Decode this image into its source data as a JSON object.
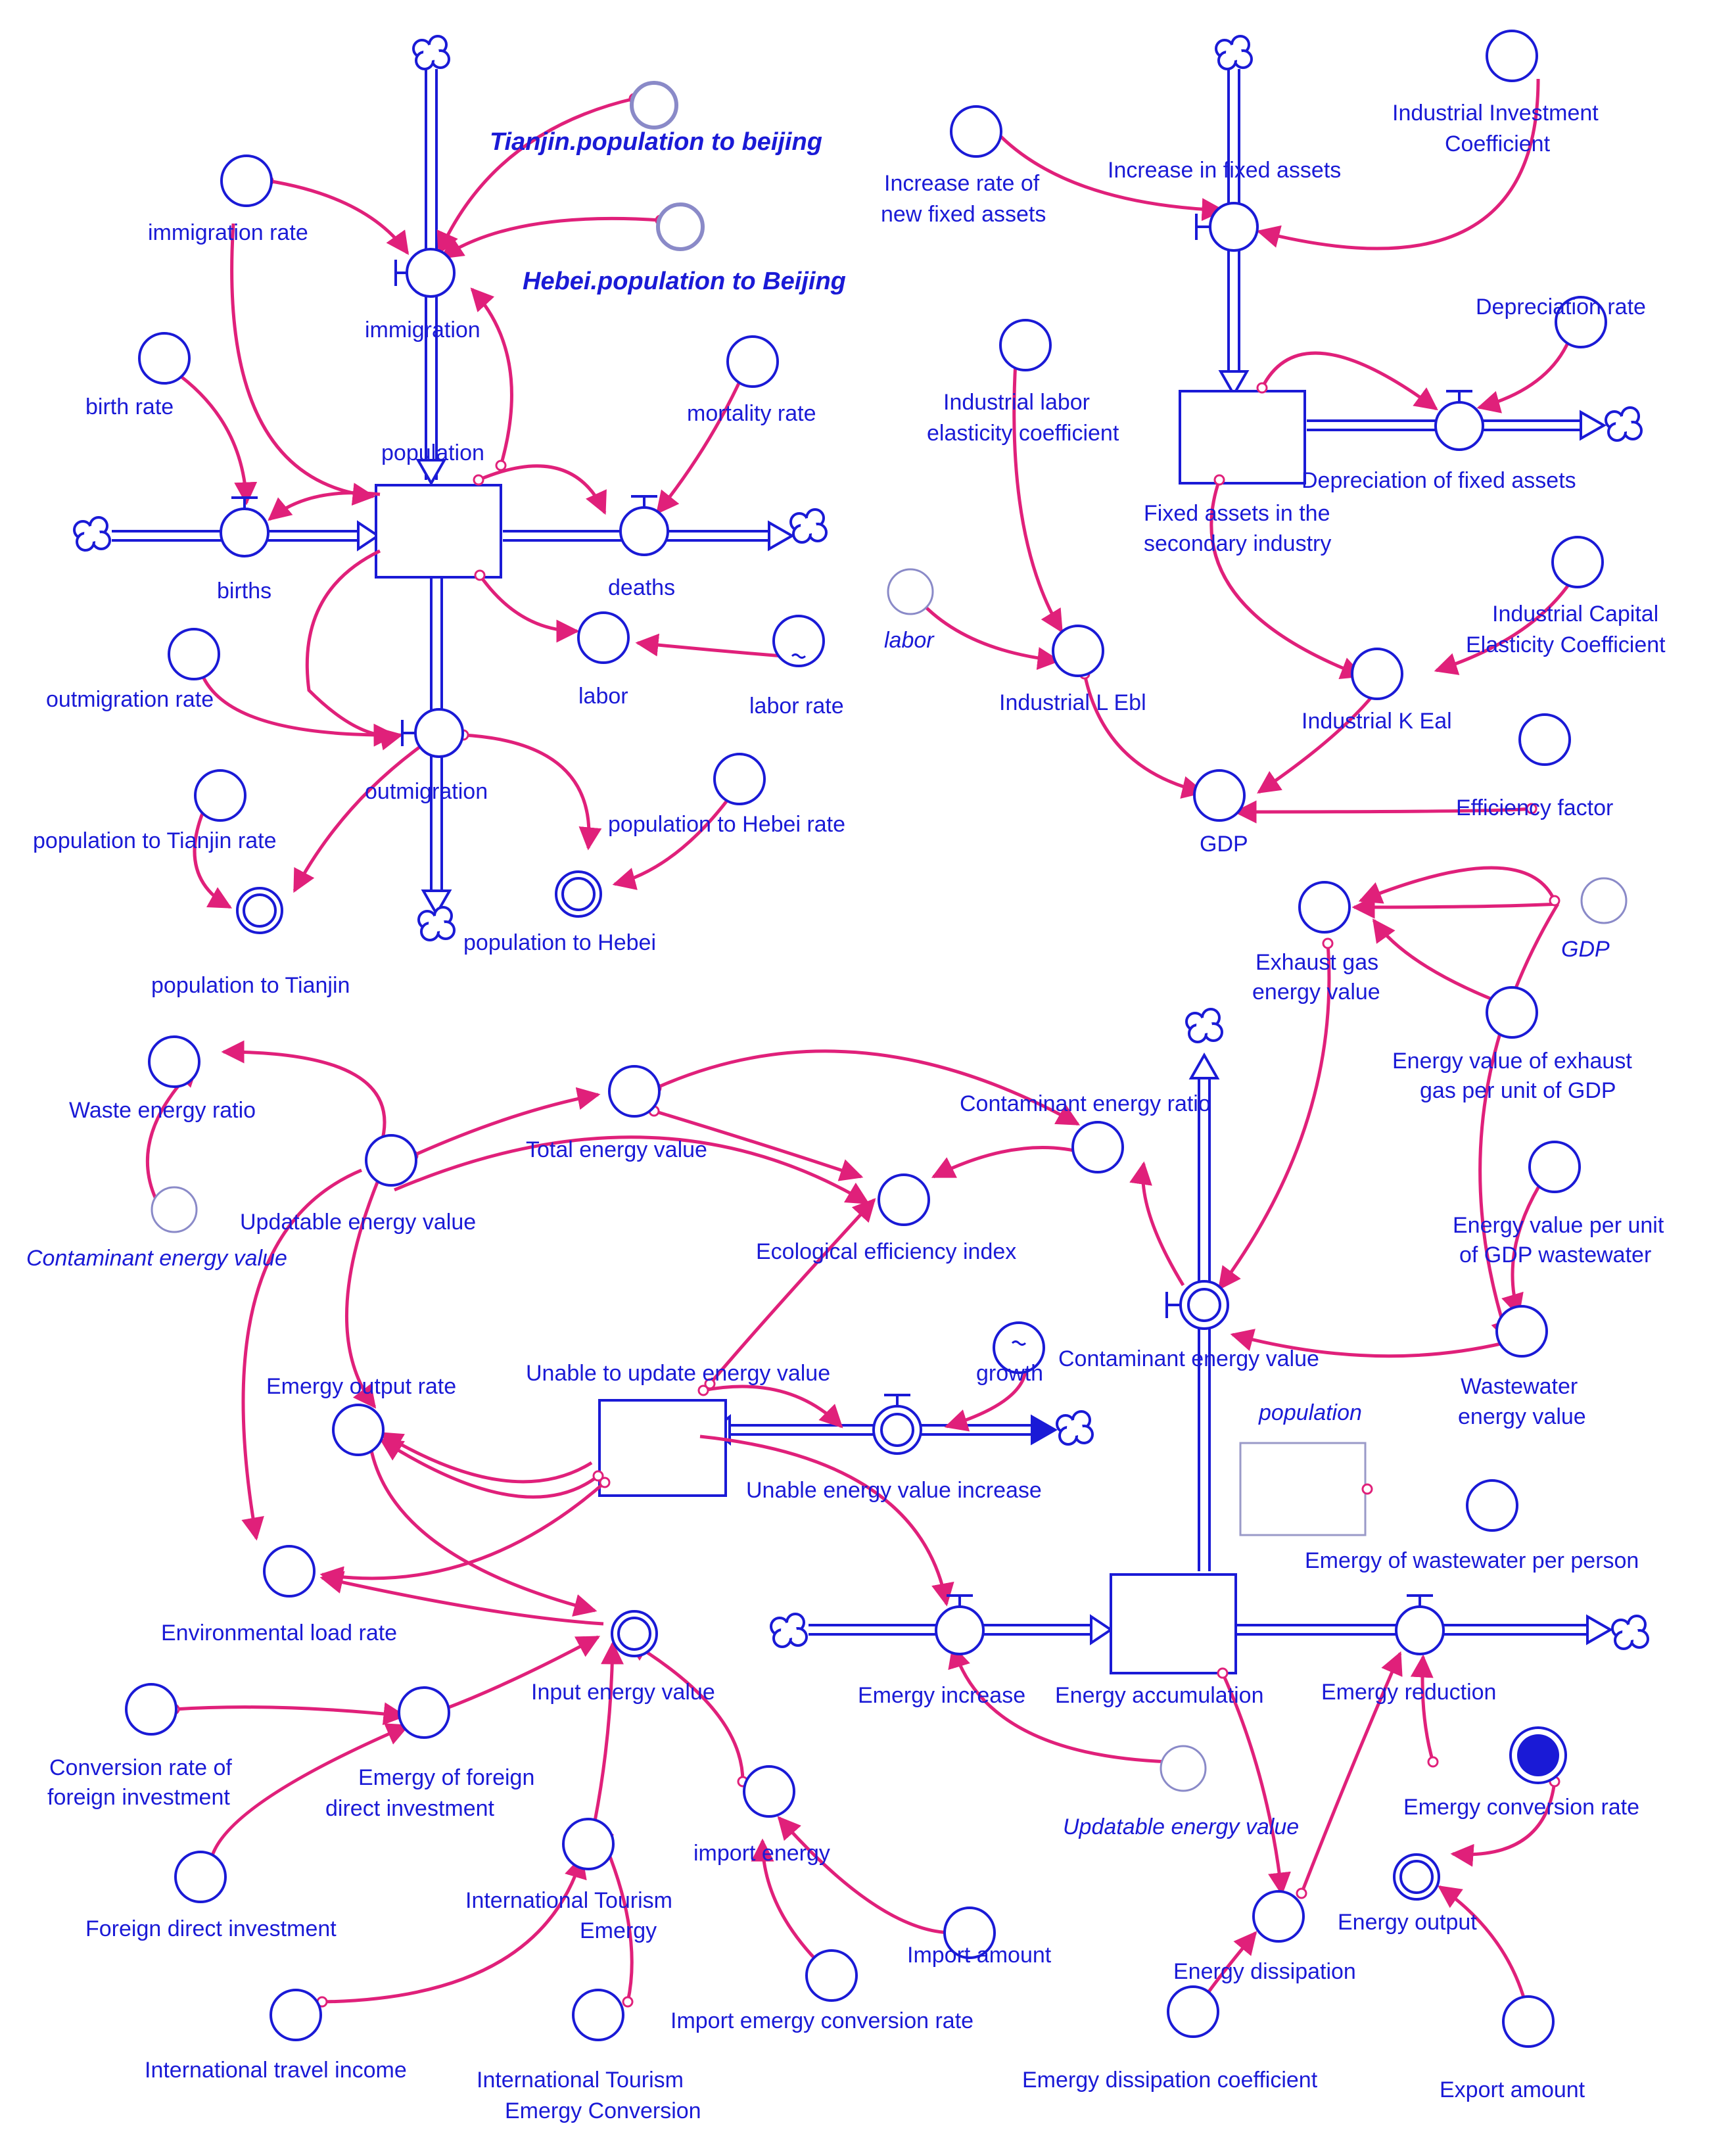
{
  "colors": {
    "structure": "#1a1ad6",
    "link": "#e0207a",
    "shadow": "#8a8ac8"
  },
  "labels": {
    "tianjin_pop_to_beijing": "Tianjin.population to beijing",
    "hebei_pop_to_beijing": "Hebei.population to Beijing",
    "immigration_rate": "immigration rate",
    "immigration": "immigration",
    "birth_rate": "birth rate",
    "mortality_rate": "mortality rate",
    "population": "population",
    "births": "births",
    "deaths": "deaths",
    "labor": "labor",
    "labor_rate": "labor rate",
    "outmigration_rate": "outmigration rate",
    "outmigration": "outmigration",
    "pop_to_tianjin_rate": "population to Tianjin rate",
    "pop_to_hebei_rate": "population to  Hebei rate",
    "pop_to_hebei": "population  to Hebei",
    "pop_to_tianjin": "population to Tianjin",
    "increase_rate_new_fixed_l1": "Increase rate of",
    "increase_rate_new_fixed_l2": "new fixed assets",
    "increase_in_fixed_assets": "Increase in fixed assets",
    "industrial_investment_l1": "Industrial  Investment",
    "industrial_investment_l2": "Coefficient",
    "depreciation_rate": "Depreciation rate",
    "industrial_labor_elast_l1": "Industrial labor",
    "industrial_labor_elast_l2": "elasticity coefficient",
    "depreciation_of_fixed": "Depreciation of fixed assets",
    "fixed_assets_l1": "Fixed assets in the",
    "fixed_assets_l2": "secondary industry",
    "labor_shadow": "labor",
    "industrial_l_ebl": "Industrial L Ebl",
    "industrial_capital_l1": "Industrial Capital",
    "industrial_capital_l2": "Elasticity Coefficient",
    "industrial_k_eal": "Industrial K Eal",
    "efficiency_factor": "Efficiency factor",
    "gdp": "GDP",
    "gdp_shadow": "GDP",
    "exhaust_gas_l1": "Exhaust gas",
    "exhaust_gas_l2": "energy value",
    "energy_exhaust_per_gdp_l1": "Energy value of exhaust",
    "energy_exhaust_per_gdp_l2": "gas per unit of GDP",
    "waste_energy_ratio": "Waste energy ratio",
    "total_energy_value": "Total energy value",
    "contaminant_energy_ratio": "Contaminant energy ratio",
    "updatable_energy_value": "Updatable energy value",
    "contaminant_energy_value_shadow": "Contaminant energy value",
    "ecological_efficiency_index": "Ecological efficiency index",
    "energy_wastewater_per_gdp_l1": "Energy value per unit",
    "energy_wastewater_per_gdp_l2": "of GDP wastewater",
    "unable_to_update_energy_value": "Unable to update energy value",
    "growth": "growth",
    "contaminant_energy_value": "Contaminant energy value",
    "emergy_output_rate": "Emergy output rate",
    "population_shadow": "population",
    "wastewater_energy_l1": "Wastewater",
    "wastewater_energy_l2": "energy value",
    "unable_energy_value_increase": "Unable energy value increase",
    "emergy_wastewater_per_person": "Emergy of wastewater per person",
    "environmental_load_rate": "Environmental load rate",
    "input_energy_value": "Input energy value",
    "emergy_increase": "Emergy increase",
    "energy_accumulation": "Energy accumulation",
    "emergy_reduction": "Emergy reduction",
    "conversion_rate_foreign_l1": "Conversion rate of",
    "conversion_rate_foreign_l2": "foreign investment",
    "emergy_foreign_direct_l1": "Emergy of foreign",
    "emergy_foreign_direct_l2": "direct investment",
    "updatable_energy_value_shadow": "Updatable energy value",
    "emergy_conversion_rate": "Emergy conversion rate",
    "import_energy": "import energy",
    "foreign_direct_investment": "Foreign direct investment",
    "international_tourism_energy_l1": "International Tourism",
    "international_tourism_energy_l2": "Emergy",
    "energy_output": "Energy output",
    "import_amount": "Import amount",
    "energy_dissipation": "Energy dissipation",
    "import_emergy_conversion_rate": "Import emergy conversion rate",
    "international_travel_income": "International travel income",
    "international_tourism_conv_l1": "International Tourism",
    "international_tourism_conv_l2": "Emergy Conversion",
    "emergy_dissipation_coefficient": "Emergy dissipation coefficient",
    "export_amount": "Export amount"
  }
}
